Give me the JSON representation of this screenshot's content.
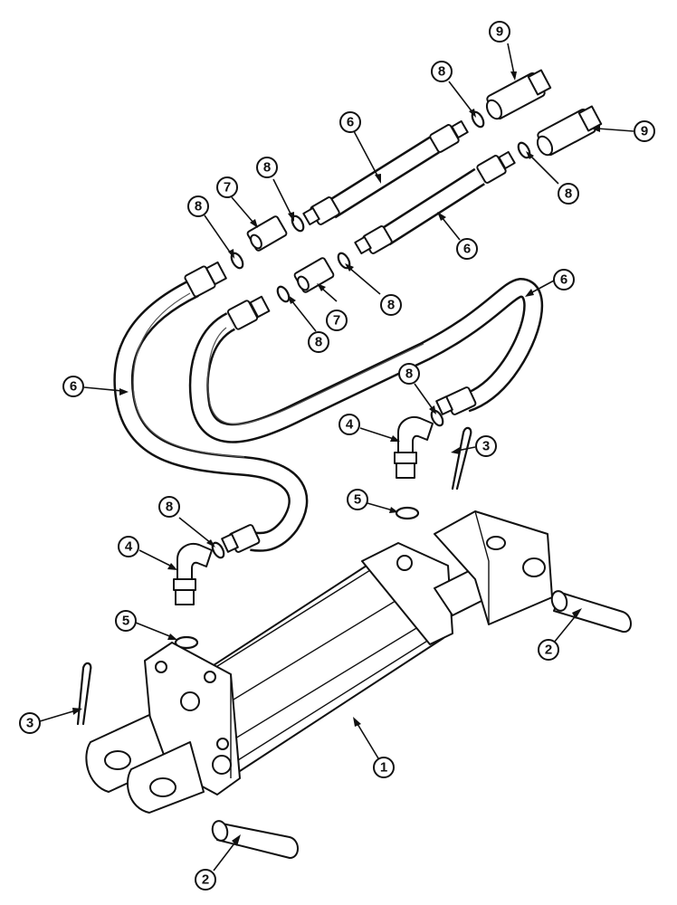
{
  "callouts": [
    {
      "id": "c1",
      "number": "1"
    },
    {
      "id": "c2a",
      "number": "2"
    },
    {
      "id": "c2b",
      "number": "2"
    },
    {
      "id": "c3a",
      "number": "3"
    },
    {
      "id": "c3b",
      "number": "3"
    },
    {
      "id": "c4a",
      "number": "4"
    },
    {
      "id": "c4b",
      "number": "4"
    },
    {
      "id": "c5a",
      "number": "5"
    },
    {
      "id": "c5b",
      "number": "5"
    },
    {
      "id": "c6a",
      "number": "6"
    },
    {
      "id": "c6b",
      "number": "6"
    },
    {
      "id": "c6c",
      "number": "6"
    },
    {
      "id": "c6d",
      "number": "6"
    },
    {
      "id": "c7a",
      "number": "7"
    },
    {
      "id": "c7b",
      "number": "7"
    },
    {
      "id": "c8a",
      "number": "8"
    },
    {
      "id": "c8b",
      "number": "8"
    },
    {
      "id": "c8c",
      "number": "8"
    },
    {
      "id": "c8d",
      "number": "8"
    },
    {
      "id": "c8e",
      "number": "8"
    },
    {
      "id": "c8f",
      "number": "8"
    },
    {
      "id": "c8g",
      "number": "8"
    },
    {
      "id": "c8h",
      "number": "8"
    },
    {
      "id": "c9a",
      "number": "9"
    },
    {
      "id": "c9b",
      "number": "9"
    }
  ]
}
